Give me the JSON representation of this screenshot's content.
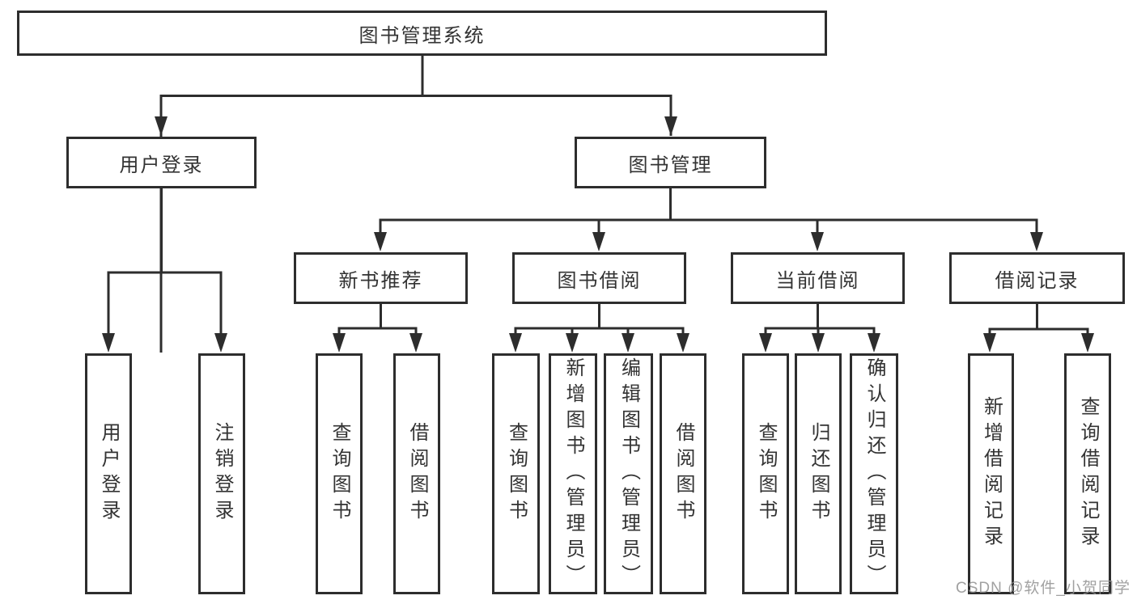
{
  "diagram": {
    "root": {
      "label": "图书管理系统"
    },
    "level2": [
      {
        "label": "用户登录"
      },
      {
        "label": "图书管理"
      }
    ],
    "level3": [
      {
        "label": "新书推荐",
        "parent": "图书管理"
      },
      {
        "label": "图书借阅",
        "parent": "图书管理"
      },
      {
        "label": "当前借阅",
        "parent": "图书管理"
      },
      {
        "label": "借阅记录",
        "parent": "图书管理"
      }
    ],
    "leaves": [
      {
        "label": "用户登录",
        "parent": "用户登录"
      },
      {
        "label": "注销登录",
        "parent": "用户登录"
      },
      {
        "label": "查询图书",
        "parent": "新书推荐"
      },
      {
        "label": "借阅图书",
        "parent": "新书推荐"
      },
      {
        "label": "查询图书",
        "parent": "图书借阅"
      },
      {
        "label": "新增图书（管理员）",
        "parent": "图书借阅"
      },
      {
        "label": "编辑图书（管理员）",
        "parent": "图书借阅"
      },
      {
        "label": "借阅图书",
        "parent": "图书借阅"
      },
      {
        "label": "查询图书",
        "parent": "当前借阅"
      },
      {
        "label": "归还图书",
        "parent": "当前借阅"
      },
      {
        "label": "确认归还（管理员）",
        "parent": "当前借阅"
      },
      {
        "label": "新增借阅记录",
        "parent": "借阅记录"
      },
      {
        "label": "查询借阅记录",
        "parent": "借阅记录"
      }
    ],
    "watermark": "CSDN @软件_小贺同学",
    "colors": {
      "line": "#2d2d2d",
      "box_border": "#2d2d2d",
      "box_fill": "#ffffff",
      "text": "#333333",
      "watermark": "#919191",
      "background": "#ffffff"
    }
  }
}
